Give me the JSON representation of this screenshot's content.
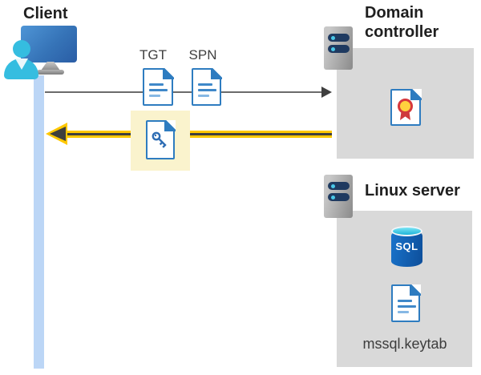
{
  "client": {
    "label": "Client"
  },
  "tickets": {
    "tgt_label": "TGT",
    "spn_label": "SPN"
  },
  "domain_controller": {
    "label": "Domain controller"
  },
  "linux_server": {
    "label": "Linux server",
    "sql_badge": "SQL",
    "keytab_label": "mssql.keytab"
  },
  "icons": {
    "client": "person-monitor-icon",
    "client_timeline": "timeline-bar",
    "tgt": "document-icon",
    "spn": "document-icon",
    "service_ticket": "key-document-icon",
    "domain_controller": "server-icon",
    "certificate": "certificate-icon",
    "linux_server": "server-icon",
    "database": "sql-database-icon",
    "keytab": "document-icon"
  },
  "colors": {
    "accent_yellow": "#ffc800",
    "highlight_yellow": "#faf3cd",
    "box_gray": "#d9d9d9",
    "doc_blue": "#2e7cc0",
    "person_cyan": "#35bde0",
    "timeline_blue": "#bcd6f6",
    "server_navy": "#1f3a60",
    "sql_blue": "#0d4e9a",
    "medal_yellow": "#ffd23e",
    "medal_red": "#d6383c",
    "arrow_dark": "#3f3f3f"
  }
}
